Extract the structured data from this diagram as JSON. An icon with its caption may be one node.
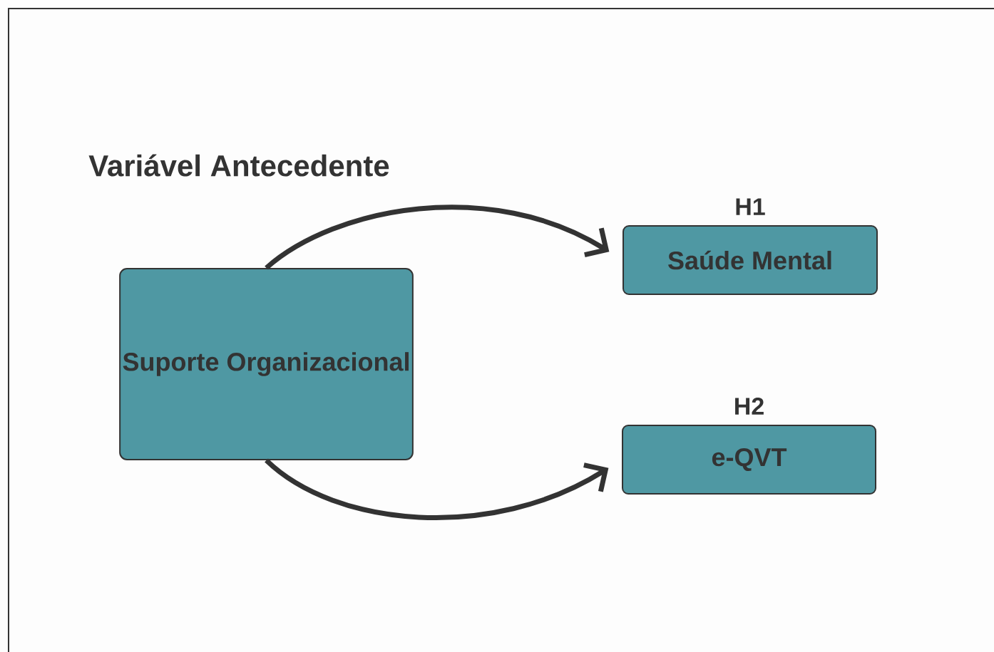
{
  "diagram": {
    "title": "Variável Antecedente",
    "nodes": [
      {
        "text": [
          "Suporte Organizacional"
        ]
      },
      {
        "text": [
          "Saúde Mental"
        ],
        "beside": [
          "H1"
        ]
      },
      {
        "text": [
          "e-QVT"
        ],
        "beside": [
          "H2"
        ]
      }
    ],
    "edges": [
      {
        "from": 0,
        "to": 1,
        "arrow": "to"
      },
      {
        "from": 0,
        "to": 2,
        "arrow": "to"
      }
    ]
  }
}
